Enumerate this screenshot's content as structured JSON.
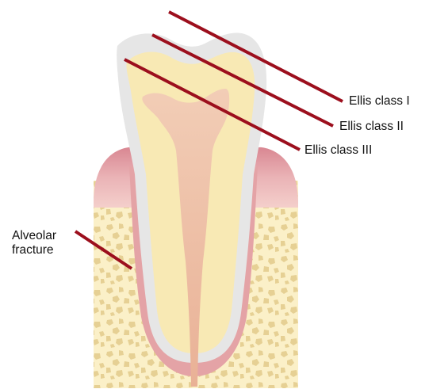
{
  "labels": {
    "ellis_class_1": "Ellis class I",
    "ellis_class_2": "Ellis class II",
    "ellis_class_3": "Ellis class III",
    "alveolar_fracture": "Alveolar\nfracture"
  },
  "colors": {
    "enamel": "#e6e6e6",
    "dentin": "#f8e9b4",
    "pulp": "#eec3aa",
    "gum": "#e39fa6",
    "periodontal_ligament": "#e4a3a6",
    "bone": "#fbf0c8",
    "bone_spots": "#e6d094",
    "pointer_lines": "#9c0f1d"
  }
}
